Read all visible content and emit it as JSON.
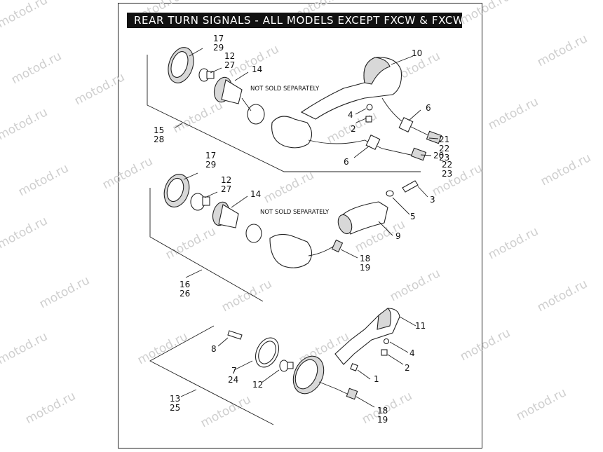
{
  "title": "REAR TURN SIGNALS - ALL MODELS EXCEPT FXCW & FXCWC",
  "watermark": "motod.ru",
  "notes": {
    "top": "NOT SOLD SEPARATELY",
    "middle": "NOT SOLD SEPARATELY"
  },
  "callouts": {
    "a17": "17",
    "a29": "29",
    "a12": "12",
    "a27": "27",
    "a14": "14",
    "a10": "10",
    "a6a": "6",
    "a4": "4",
    "a2": "2",
    "a15": "15",
    "a28": "28",
    "a21": "21",
    "a22": "22",
    "a23": "23",
    "a6b": "6",
    "a20": "20",
    "a22b": "22",
    "a23b": "23",
    "b17": "17",
    "b29": "29",
    "b12": "12",
    "b27": "27",
    "b14": "14",
    "b3": "3",
    "b5": "5",
    "b9": "9",
    "b18": "18",
    "b19": "19",
    "b16": "16",
    "b26": "26",
    "c11": "11",
    "c8": "8",
    "c4": "4",
    "c2": "2",
    "c7": "7",
    "c24": "24",
    "c12": "12",
    "c1": "1",
    "c13": "13",
    "c25": "25",
    "c18": "18",
    "c19": "19"
  }
}
